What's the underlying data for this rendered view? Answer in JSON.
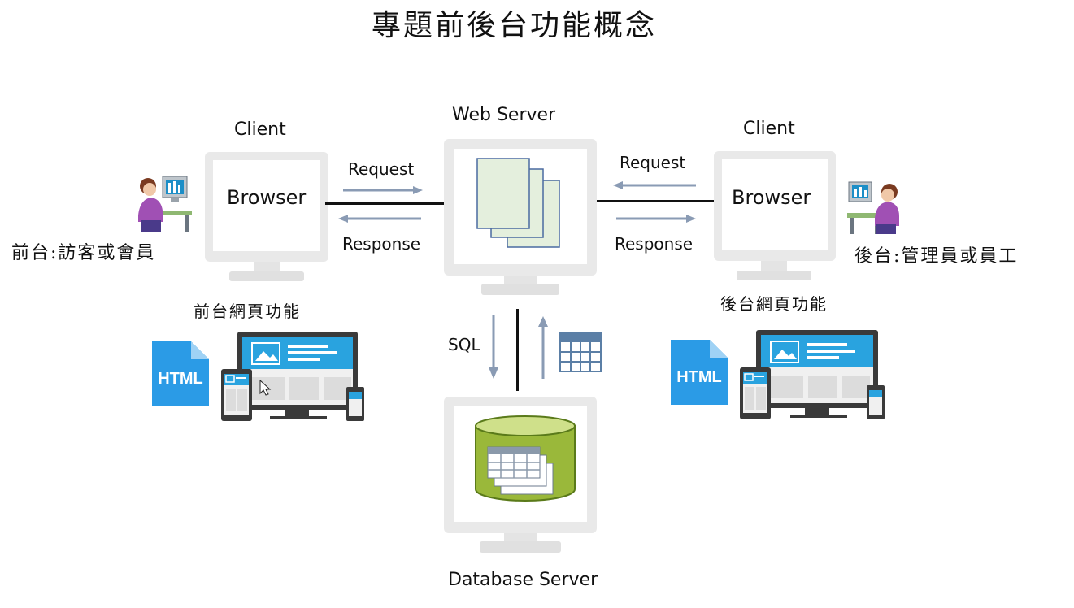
{
  "title": "專題前後台功能概念",
  "left_client": {
    "heading": "Client",
    "browser": "Browser",
    "user_label": "前台:訪客或會員",
    "web_features": "前台網頁功能",
    "html_badge": "HTML"
  },
  "right_client": {
    "heading": "Client",
    "browser": "Browser",
    "user_label": "後台:管理員或員工",
    "web_features": "後台網頁功能",
    "html_badge": "HTML"
  },
  "web_server": {
    "heading": "Web Server"
  },
  "database_server": {
    "heading": "Database Server"
  },
  "links": {
    "left_request": "Request",
    "left_response": "Response",
    "right_request": "Request",
    "right_response": "Response",
    "sql": "SQL"
  },
  "colors": {
    "arrow": "#8a9bb4",
    "doc_fill": "#e4efdd",
    "doc_border": "#4a6aa0",
    "html_blue": "#2b9be6",
    "screen_blue": "#29a3df",
    "db_green": "#9ab83a",
    "person_purple": "#a050b4"
  }
}
